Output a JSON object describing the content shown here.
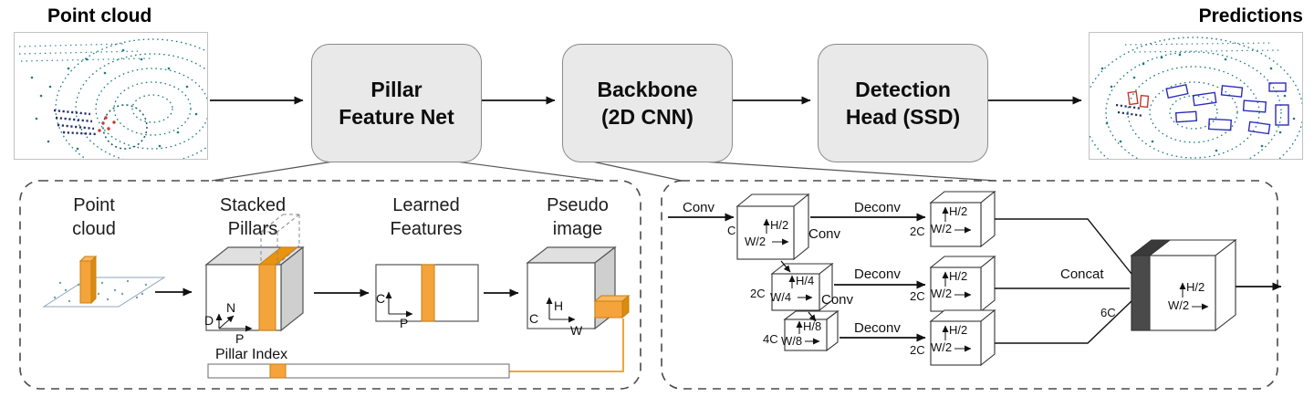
{
  "header": {
    "input_label": "Point cloud",
    "output_label": "Predictions"
  },
  "pipeline": [
    {
      "line1": "Pillar",
      "line2": "Feature Net"
    },
    {
      "line1": "Backbone",
      "line2": "(2D CNN)"
    },
    {
      "line1": "Detection",
      "line2": "Head (SSD)"
    }
  ],
  "pfn": {
    "point_cloud_title": "Point cloud",
    "stacked_pillars_title": "Stacked Pillars",
    "learned_features_title": "Learned Features",
    "pseudo_image_title": "Pseudo image",
    "pillar_index_label": "Pillar Index",
    "stacked_axes": {
      "d": "D",
      "n": "N",
      "p": "P"
    },
    "learned_axes": {
      "c": "C",
      "p": "P"
    },
    "pseudo_axes": {
      "c": "C",
      "h": "H",
      "w": "W"
    }
  },
  "backbone": {
    "conv_label": "Conv",
    "deconv_label": "Deconv",
    "concat_label": "Concat",
    "encoders": [
      {
        "c": "C",
        "h": "H/2",
        "w": "W/2"
      },
      {
        "c": "2C",
        "h": "H/4",
        "w": "W/4"
      },
      {
        "c": "4C",
        "h": "H/8",
        "w": "W/8"
      }
    ],
    "decoders": [
      {
        "c": "2C",
        "h": "H/2",
        "w": "W/2"
      },
      {
        "c": "2C",
        "h": "H/2",
        "w": "W/2"
      },
      {
        "c": "2C",
        "h": "H/2",
        "w": "W/2"
      }
    ],
    "output": {
      "c": "6C",
      "h": "H/2",
      "w": "W/2"
    }
  },
  "colors": {
    "pillar_orange": "#F5A43B",
    "stage_box_fill": "#E9E9E9",
    "pointcloud_teal": "#1D7B80",
    "prediction_blue": "#2B2BBF",
    "alert_red": "#C23B2B"
  }
}
